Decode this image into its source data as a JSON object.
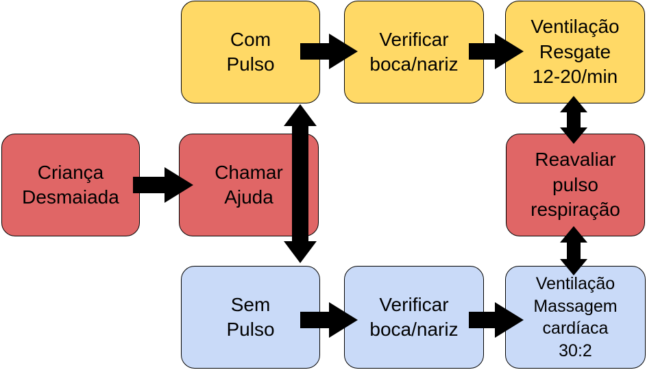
{
  "nodes": {
    "crianca": {
      "label": "Criança\nDesmaiada",
      "color": "#e06666"
    },
    "chamar": {
      "label": "Chamar\nAjuda",
      "color": "#e06666"
    },
    "com_pulso": {
      "label": "Com\nPulso",
      "color": "#ffd966"
    },
    "verificar_top": {
      "label": "Verificar\nboca/nariz",
      "color": "#ffd966"
    },
    "ventilacao_resgate": {
      "label": "Ventilação\nResgate\n12-20/min",
      "color": "#ffd966"
    },
    "reavaliar": {
      "label": "Reavaliar\npulso\nrespiração",
      "color": "#e06666"
    },
    "sem_pulso": {
      "label": "Sem\nPulso",
      "color": "#c9daf8"
    },
    "verificar_bottom": {
      "label": "Verificar\nboca/nariz",
      "color": "#c9daf8"
    },
    "ventilacao_massagem": {
      "label": "Ventilação\nMassagem\ncardíaca\n30:2",
      "color": "#c9daf8"
    }
  },
  "edges": [
    {
      "from": "crianca",
      "to": "chamar",
      "direction": "forward"
    },
    {
      "from": "com_pulso",
      "to": "sem_pulso",
      "direction": "both"
    },
    {
      "from": "com_pulso",
      "to": "verificar_top",
      "direction": "forward"
    },
    {
      "from": "verificar_top",
      "to": "ventilacao_resgate",
      "direction": "forward"
    },
    {
      "from": "ventilacao_resgate",
      "to": "reavaliar",
      "direction": "both"
    },
    {
      "from": "reavaliar",
      "to": "ventilacao_massagem",
      "direction": "both"
    },
    {
      "from": "sem_pulso",
      "to": "verificar_bottom",
      "direction": "forward"
    },
    {
      "from": "verificar_bottom",
      "to": "ventilacao_massagem",
      "direction": "forward"
    }
  ]
}
